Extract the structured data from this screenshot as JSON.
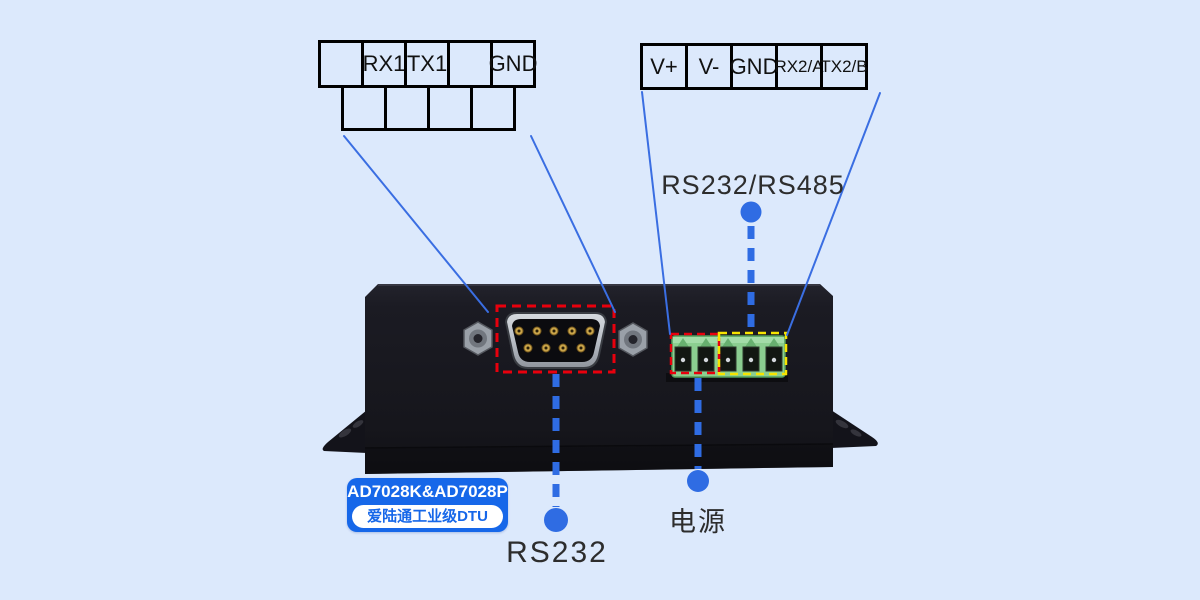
{
  "background": "#dce9fc",
  "colors": {
    "annotation_blue": "#2f6ce3",
    "leader_blue": "#3a6ee2",
    "dashed_red": "#e8000d",
    "dashed_yellow": "#f7e400",
    "terminal_green": "#8bce90",
    "badge_blue": "#1667e9",
    "table_border": "#000000",
    "label_text": "#2d2d2d"
  },
  "db9_pinout_table": {
    "top_row": [
      "",
      "RX1",
      "TX1",
      "",
      "GND"
    ],
    "bottom_row": [
      "",
      "",
      "",
      ""
    ]
  },
  "terminal_pinout_table": {
    "cells": [
      "V+",
      "V-",
      "GND",
      "RX2/A",
      "TX2/B"
    ]
  },
  "annotations": {
    "serial_label": "RS232/RS485",
    "power_label": "电源",
    "rs232_label": "RS232"
  },
  "badge": {
    "model": "AD7028K&AD7028P",
    "product_name": "爱陆通工业级DTU"
  }
}
